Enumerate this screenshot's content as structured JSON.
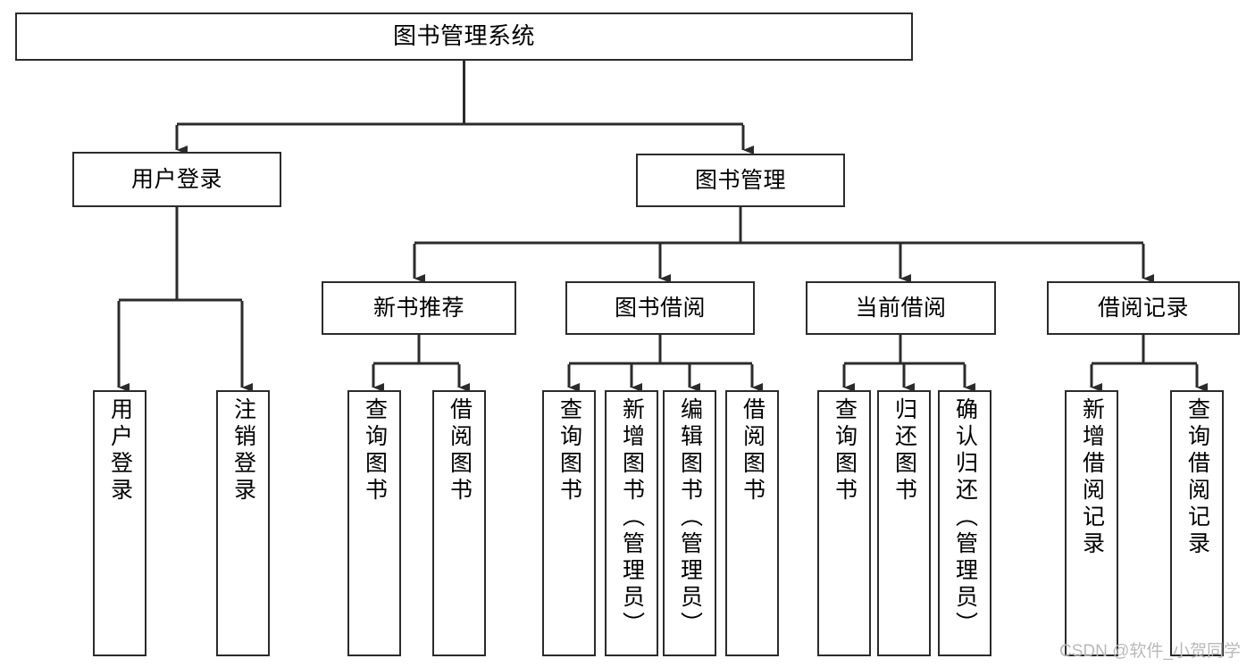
{
  "diagram": {
    "title": "图书管理系统",
    "watermark": "CSDN @软件_小贺同学",
    "line_color": "#2b2b2b",
    "box_fill": "#ffffff",
    "text_color": "#000000",
    "watermark_color": "#b9b9b9"
  },
  "nodes": {
    "root": {
      "label": "图书管理系统"
    },
    "level2": [
      {
        "label": "用户登录"
      },
      {
        "label": "图书管理"
      }
    ],
    "level3": [
      {
        "label": "新书推荐"
      },
      {
        "label": "图书借阅"
      },
      {
        "label": "当前借阅"
      },
      {
        "label": "借阅记录"
      }
    ],
    "leaves": {
      "user_login": [
        {
          "label": "用户登录"
        },
        {
          "label": "注销登录"
        }
      ],
      "new_book_recommend": [
        {
          "label": "查询图书"
        },
        {
          "label": "借阅图书"
        }
      ],
      "book_borrow": [
        {
          "label": "查询图书"
        },
        {
          "label": "新增图书（管理员）"
        },
        {
          "label": "编辑图书（管理员）"
        },
        {
          "label": "借阅图书"
        }
      ],
      "current_borrow": [
        {
          "label": "查询图书"
        },
        {
          "label": "归还图书"
        },
        {
          "label": "确认归还（管理员）"
        }
      ],
      "borrow_record": [
        {
          "label": "新增借阅记录"
        },
        {
          "label": "查询借阅记录"
        }
      ]
    }
  }
}
